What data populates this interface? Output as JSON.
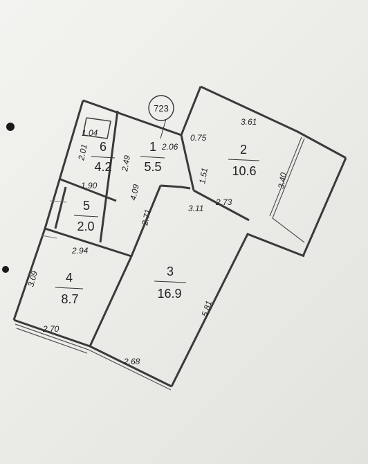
{
  "plan_badge": "723",
  "rooms": [
    {
      "id": "1",
      "number": "1",
      "area": "5.5"
    },
    {
      "id": "2",
      "number": "2",
      "area": "10.6"
    },
    {
      "id": "3",
      "number": "3",
      "area": "16.9"
    },
    {
      "id": "4",
      "number": "4",
      "area": "8.7"
    },
    {
      "id": "5",
      "number": "5",
      "area": "2.0"
    },
    {
      "id": "6",
      "number": "6",
      "area": "4.2"
    }
  ],
  "dimensions": {
    "d_104": "1.04",
    "d_201": "2.01",
    "d_249": "2.49",
    "d_190": "1.90",
    "d_206": "2.06",
    "d_075": "0.75",
    "d_361": "3.61",
    "d_151": "1.51",
    "d_340": "3.40",
    "d_409": "4.09",
    "d_271": "2.71",
    "d_273": "2.73",
    "d_311": "3.11",
    "d_294": "2.94",
    "d_309": "3.09",
    "d_581": "5.81",
    "d_270": "2.70",
    "d_268": "2.68"
  }
}
